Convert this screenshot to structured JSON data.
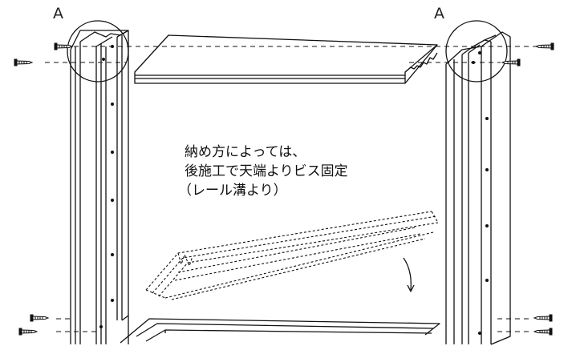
{
  "labels": {
    "detail_left": "A",
    "detail_right": "A"
  },
  "note": {
    "line1": "納め方によっては、",
    "line2": "後施工で天端よりビス固定",
    "line3": "（レール溝より）"
  }
}
